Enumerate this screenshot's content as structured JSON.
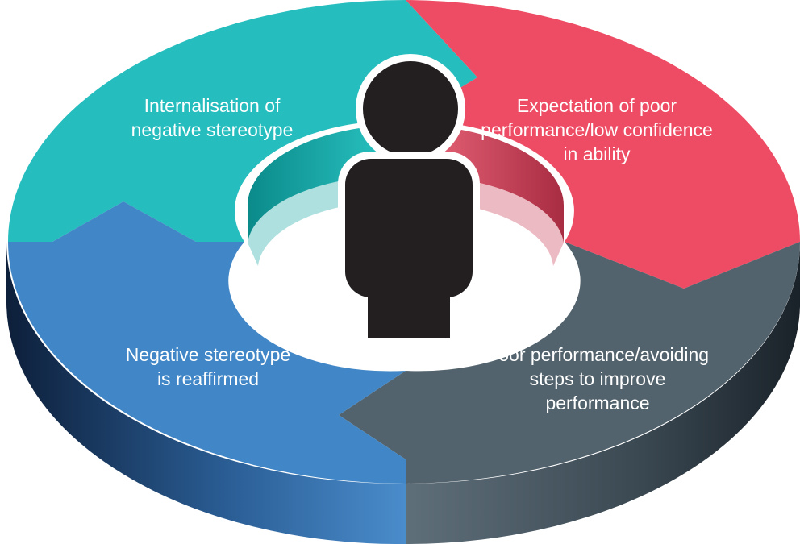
{
  "cycle": {
    "steps": [
      "Internalisation of\nnegative stereotype",
      "Expectation of poor\nperformance/low confidence\nin ability",
      "Poor performance/avoiding\nsteps to improve\nperformance",
      "Negative stereotype\nis reaffirmed"
    ]
  },
  "colors": {
    "teal": "#25BDBE",
    "red": "#EE4C64",
    "slate": "#53636D",
    "blue": "#4187C7"
  },
  "icons": {
    "center": "person-icon"
  }
}
